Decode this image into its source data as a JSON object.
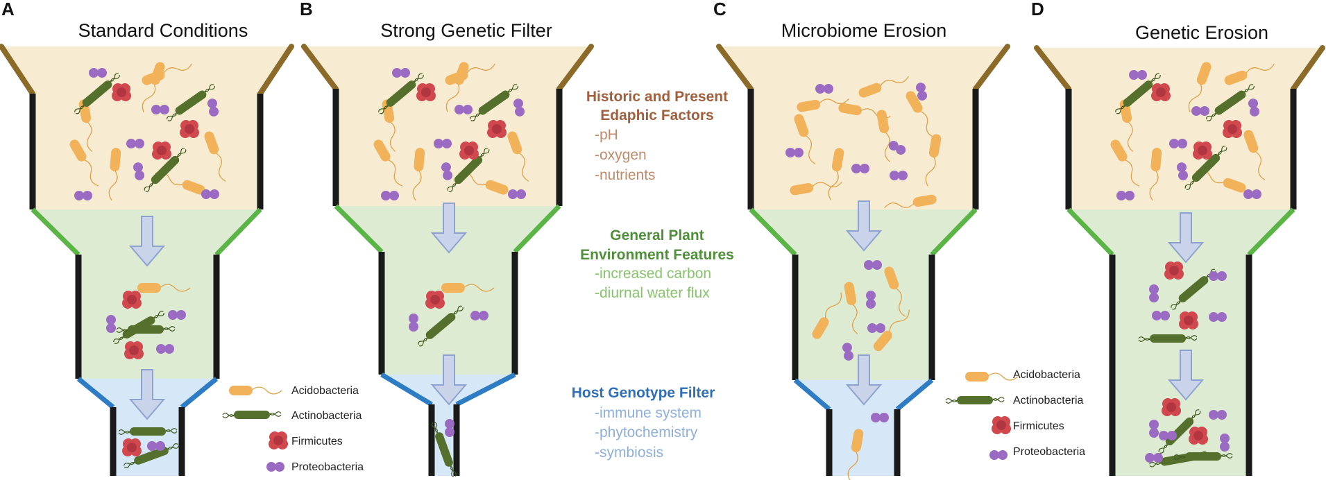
{
  "panels": [
    {
      "letter": "A",
      "title": "Standard Conditions"
    },
    {
      "letter": "B",
      "title": "Strong Genetic Filter"
    },
    {
      "letter": "C",
      "title": "Microbiome Erosion"
    },
    {
      "letter": "D",
      "title": "Genetic Erosion"
    }
  ],
  "factors": {
    "edaphic": {
      "heading": [
        "Historic and Present",
        "Edaphic Factors"
      ],
      "items": [
        "-pH",
        "-oxygen",
        "-nutrients"
      ],
      "color": "#a0603e",
      "item_color": "#c08a6a"
    },
    "plant": {
      "heading": [
        "General Plant",
        "Environment Features"
      ],
      "items": [
        "-increased carbon",
        "-diurnal water flux"
      ],
      "color": "#4f8f3a",
      "item_color": "#86c46b"
    },
    "host": {
      "heading": [
        "Host Genotype Filter"
      ],
      "items": [
        "-immune system",
        "-phytochemistry",
        "-symbiosis"
      ],
      "color": "#2f6fb8",
      "item_color": "#8eaedb"
    }
  },
  "legend": [
    "Acidobacteria",
    "Actinobacteria",
    "Firmicutes",
    "Proteobacteria"
  ],
  "colors": {
    "soil_zone": "#f7ecd2",
    "plant_zone": "#dcebd2",
    "host_zone": "#d6e7f7",
    "rim": "#8b6a2a",
    "funnel_wall": "#1a1a1a",
    "plant_wall": "#5ab546",
    "host_wall": "#2e7cc4",
    "arrow": "#c9d4ea",
    "acidobacteria": "#f2b25a",
    "actinobacteria": "#55702c",
    "firmicutes": "#d1484f",
    "proteobacteria": "#9b6bc4"
  }
}
